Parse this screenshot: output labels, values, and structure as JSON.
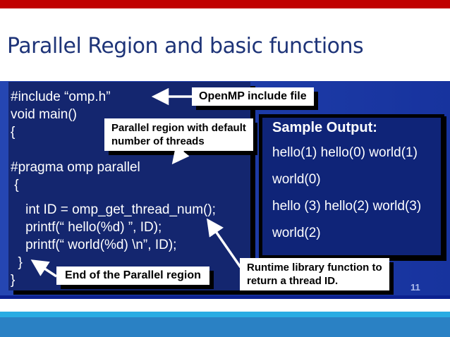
{
  "title": "Parallel Region and basic functions",
  "page_number": "11",
  "code": {
    "block1": "#include “omp.h”\nvoid main()\n{\n\n#pragma omp parallel\n {",
    "block2": "    int ID = omp_get_thread_num();\n    printf(“ hello(%d) ”, ID);\n    printf(“ world(%d) \\n”, ID);\n  }\n}"
  },
  "output_box": {
    "title": "Sample Output:",
    "lines": [
      "hello(1) hello(0) world(1)",
      "world(0)",
      "hello (3) hello(2) world(3)",
      "world(2)"
    ]
  },
  "callouts": {
    "include_file": "OpenMP include file",
    "parallel_region": "Parallel region with default\nnumber of threads",
    "end_region": "End of the Parallel region",
    "runtime_function": "Runtime library function to\nreturn a thread ID."
  },
  "colors": {
    "top_bar": "#c00000",
    "title_text": "#1e3478",
    "band_background": "#1c3ca8",
    "code_panel": "#14266f",
    "output_box": "#0f2478",
    "code_text": "#ffffff",
    "callout_background": "#ffffff",
    "callout_text": "#000000",
    "cyan_bar": "#29ace3",
    "blue_bar": "#2a81c4",
    "page_number": "#adbcec"
  }
}
